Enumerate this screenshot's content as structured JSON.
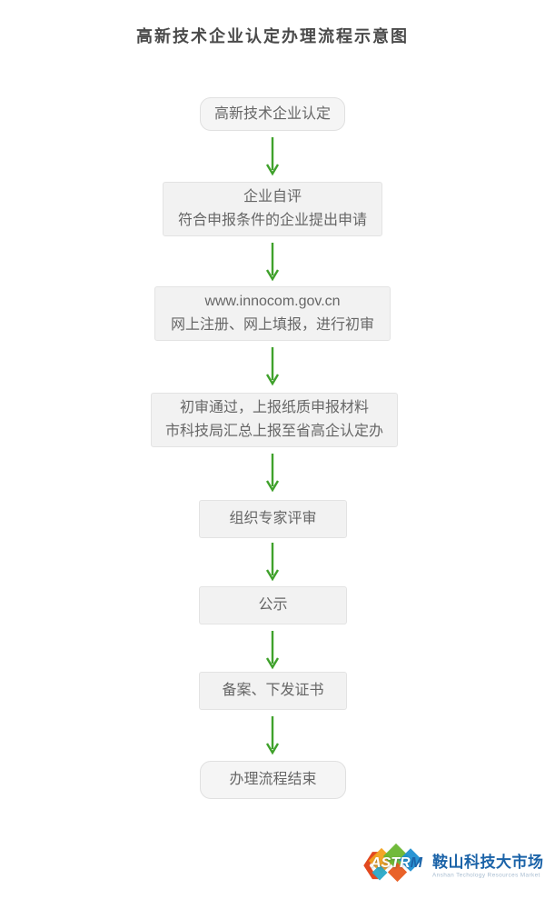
{
  "page": {
    "title": "高新技术企业认定办理流程示意图"
  },
  "colors": {
    "arrow_green": "#3fa12b",
    "box_fill": "#f2f2f2",
    "box_border": "#e3e3e3",
    "box_text": "#666666",
    "title_text": "#4a4a4a",
    "logo_blue": "#1b63a8",
    "logo_orange": "#f2a11c",
    "logo_green": "#69b630",
    "logo_red": "#e2491f"
  },
  "flow": {
    "steps": [
      {
        "shape": "rounded",
        "lines": [
          "高新技术企业认定"
        ]
      },
      {
        "shape": "rect",
        "lines": [
          "企业自评",
          "符合申报条件的企业提出申请"
        ]
      },
      {
        "shape": "rect",
        "lines": [
          "www.innocom.gov.cn",
          "网上注册、网上填报，进行初审"
        ]
      },
      {
        "shape": "rect",
        "lines": [
          "初审通过，上报纸质申报材料",
          "市科技局汇总上报至省高企认定办"
        ]
      },
      {
        "shape": "rect",
        "lines": [
          "组织专家评审"
        ]
      },
      {
        "shape": "rect",
        "lines": [
          "公示"
        ]
      },
      {
        "shape": "rect",
        "lines": [
          "备案、下发证书"
        ]
      },
      {
        "shape": "rounded",
        "lines": [
          "办理流程结束"
        ]
      }
    ]
  },
  "logo": {
    "chevron_icon": "❮",
    "mark_text": "ASTR",
    "mark_text_m": "M",
    "name_cn": "鞍山科技大市场",
    "name_en": "Anshan Techology Resources Market"
  }
}
